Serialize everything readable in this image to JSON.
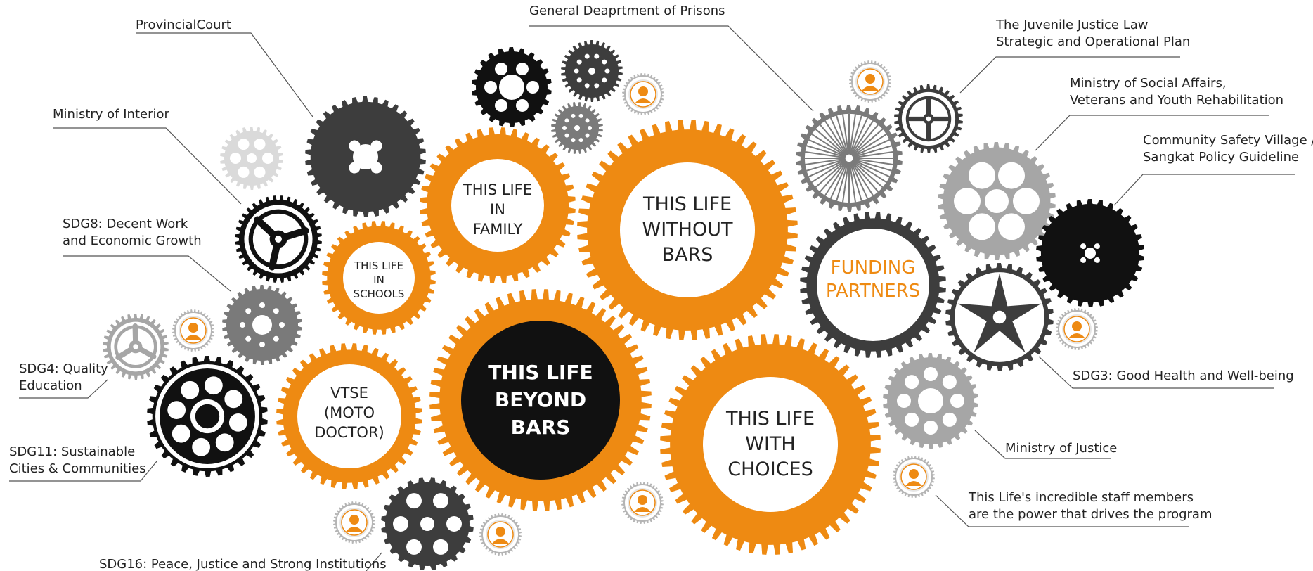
{
  "colors": {
    "orange": "#EE8A12",
    "dark_gray": "#3D3D3D",
    "mid_gray": "#7A7A7A",
    "light_gray": "#A6A6A6",
    "pale_gray": "#DADADA",
    "black": "#111111",
    "white": "#FFFFFF"
  },
  "center_gears": [
    {
      "name": "family",
      "lines": [
        "THIS LIFE",
        "IN",
        "FAMILY"
      ]
    },
    {
      "name": "without-bars",
      "lines": [
        "THIS LIFE",
        "WITHOUT",
        "BARS"
      ]
    },
    {
      "name": "schools",
      "lines": [
        "THIS LIFE",
        "IN",
        "SCHOOLS"
      ]
    },
    {
      "name": "beyond-bars",
      "lines": [
        "THIS LIFE",
        "BEYOND",
        "BARS"
      ]
    },
    {
      "name": "vtse",
      "lines": [
        "VTSE",
        "(MOTO",
        "DOCTOR)"
      ]
    },
    {
      "name": "with-choices",
      "lines": [
        "THIS LIFE",
        "WITH",
        "CHOICES"
      ]
    },
    {
      "name": "funding",
      "lines": [
        "FUNDING",
        "PARTNERS"
      ]
    }
  ],
  "labels": {
    "provincial_court": [
      "ProvincialCourt"
    ],
    "prisons": [
      "General Deaprtment of Prisons"
    ],
    "juvenile": [
      "The Juvenile Justice Law",
      "Strategic and Operational Plan"
    ],
    "social_affairs": [
      "Ministry of Social Affairs,",
      "Veterans and Youth Rehabilitation"
    ],
    "community": [
      "Community Safety Village /",
      "Sangkat Policy Guideline"
    ],
    "interior": [
      "Ministry of Interior"
    ],
    "sdg8": [
      "SDG8: Decent Work",
      "and Economic Growth"
    ],
    "sdg4": [
      "SDG4: Quality",
      "Education"
    ],
    "sdg11": [
      "SDG11: Sustainable",
      "Cities & Communities"
    ],
    "sdg16": [
      "SDG16: Peace, Justice and Strong Institutions"
    ],
    "sdg3": [
      "SDG3: Good Health and Well-being"
    ],
    "justice": [
      "Ministry of Justice"
    ],
    "staff": [
      "This Life's incredible staff members",
      "are the power that drives the program"
    ]
  }
}
